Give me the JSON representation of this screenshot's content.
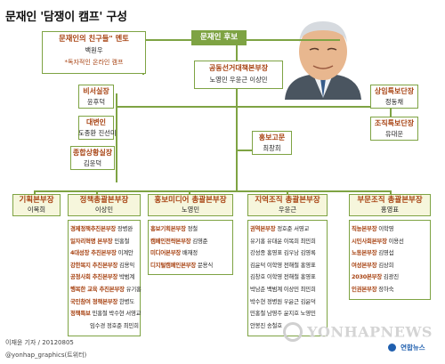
{
  "title": "문재인 '담쟁이 캠프' 구성",
  "candidate": "문재인 후보",
  "mentor": {
    "label": "문재인의 친구들\" 멘토",
    "name": "백원우",
    "note": "*독자적인 온라인 캠프"
  },
  "cochair": {
    "label": "공동선거대책본부장",
    "names": "노영민 우윤근 이상민"
  },
  "chief_secretary": {
    "label": "비서실장",
    "name": "윤후덕"
  },
  "spokesperson": {
    "label": "대변인",
    "names": "도종환 진선미"
  },
  "situation_room": {
    "label": "종합상황실장",
    "name": "김윤덕"
  },
  "pr_advisor": {
    "label": "홍보고문",
    "name": "최창희"
  },
  "resident_chief": {
    "label": "상임특보단장",
    "name": "정동채"
  },
  "org_special": {
    "label": "조직특보단장",
    "name": "유대운"
  },
  "divisions": [
    {
      "label": "기획본부장",
      "name": "이목희"
    },
    {
      "label": "정책총괄본부장",
      "name": "이상민"
    },
    {
      "label": "홍보미디어 총괄본부장",
      "name": "노영민"
    },
    {
      "label": "지역조직 총괄본부장",
      "name": "우윤근"
    },
    {
      "label": "부문조직 총괄본부장",
      "name": "홍영표"
    }
  ],
  "policy_list": [
    {
      "role": "경제정책추진본부장",
      "names": "장병완"
    },
    {
      "role": "일자리혁명 본부장",
      "names": "민홍철"
    },
    {
      "role": "4대성장 추진본부장",
      "names": "이계안"
    },
    {
      "role": "강한복지 추진본부장",
      "names": "김용익"
    },
    {
      "role": "공정사회 추진본부장",
      "names": "박범계"
    },
    {
      "role": "행복한 교육 추진본부장",
      "names": "유기홍"
    },
    {
      "role": "국민참여 정책본부장",
      "names": "한병도"
    },
    {
      "role": "정책특보",
      "names": "민홍철 박수현 서영교"
    },
    {
      "role": "",
      "names": "임수경 정호준 최민희"
    }
  ],
  "media_list": [
    {
      "role": "홍보기획본부장",
      "names": "정철"
    },
    {
      "role": "캠페인전략본부장",
      "names": "김영준"
    },
    {
      "role": "미디어본부장",
      "names": "배재정"
    },
    {
      "role": "디지털캠페인본부장",
      "names": "문용식"
    }
  ],
  "regional_list": [
    {
      "role": "권역본부장",
      "names": "정호준 서영교"
    },
    {
      "role": "",
      "names": "유기홍 유대운 이목희 최민희"
    },
    {
      "role": "",
      "names": "강성종 홍영표 김우남 김영록"
    },
    {
      "role": "",
      "names": "김윤덕 이학영 전해철 홍영표"
    },
    {
      "role": "",
      "names": "김창호 이학영 전해철 홍영표"
    },
    {
      "role": "",
      "names": "박남춘 백범계 이상민 최민희"
    },
    {
      "role": "",
      "names": "박수현 정병원 우윤근 김윤덕"
    },
    {
      "role": "",
      "names": "민홍철 남영주 윤지호 노영민"
    },
    {
      "role": "",
      "names": "안봉진 송철호"
    }
  ],
  "sector_list": [
    {
      "role": "직능본부장",
      "names": "이학영"
    },
    {
      "role": "시민사회본부장",
      "names": "이용선"
    },
    {
      "role": "노동본부장",
      "names": "김영섭"
    },
    {
      "role": "여성본부장",
      "names": "김상희"
    },
    {
      "role": "2030본부장",
      "names": "김광진"
    },
    {
      "role": "인권본부장",
      "names": "장하숙"
    }
  ],
  "credit": "이재윤 기자 / 20120805",
  "credit_handle": "@yonhap_graphics(트위터)",
  "logo_text": "연합뉴스",
  "watermark": "YONHAPNEWS",
  "colors": {
    "accent": "#7ea343",
    "header_fill": "#f6f6dc",
    "role_text": "#a84414",
    "candidate_fill": "#7ea343"
  }
}
